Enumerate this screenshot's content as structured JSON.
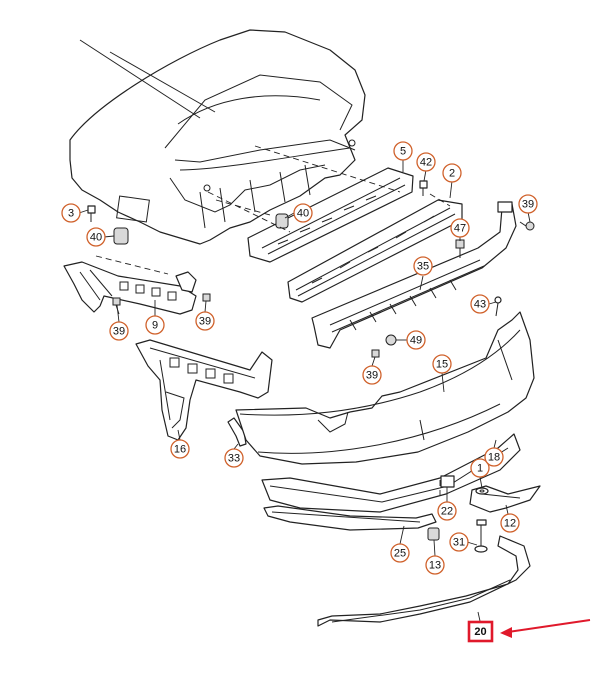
{
  "diagram": {
    "callouts": [
      {
        "id": "c5",
        "label": "5"
      },
      {
        "id": "c42",
        "label": "42"
      },
      {
        "id": "c2",
        "label": "2"
      },
      {
        "id": "c3",
        "label": "3"
      },
      {
        "id": "c40a",
        "label": "40"
      },
      {
        "id": "c40b",
        "label": "40"
      },
      {
        "id": "c39a",
        "label": "39"
      },
      {
        "id": "c47",
        "label": "47"
      },
      {
        "id": "c35",
        "label": "35"
      },
      {
        "id": "c43",
        "label": "43"
      },
      {
        "id": "c39b",
        "label": "39"
      },
      {
        "id": "c9",
        "label": "9"
      },
      {
        "id": "c39c",
        "label": "39"
      },
      {
        "id": "c49",
        "label": "49"
      },
      {
        "id": "c39d",
        "label": "39"
      },
      {
        "id": "c15",
        "label": "15"
      },
      {
        "id": "c16",
        "label": "16"
      },
      {
        "id": "c33",
        "label": "33"
      },
      {
        "id": "c1",
        "label": "1"
      },
      {
        "id": "c18",
        "label": "18"
      },
      {
        "id": "c22",
        "label": "22"
      },
      {
        "id": "c12",
        "label": "12"
      },
      {
        "id": "c31",
        "label": "31"
      },
      {
        "id": "c25",
        "label": "25"
      },
      {
        "id": "c13",
        "label": "13"
      }
    ],
    "highlighted": {
      "label": "20"
    },
    "colors": {
      "callout_ring": "#d0622c",
      "highlight": "#e0192b",
      "line": "#222222",
      "background": "#ffffff"
    }
  }
}
